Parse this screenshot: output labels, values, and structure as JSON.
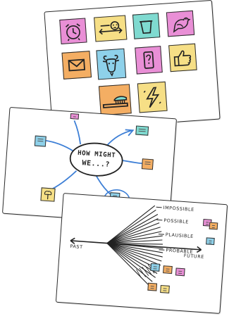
{
  "icon_board": {
    "tiles": [
      {
        "icon": "alarm-clock-icon",
        "color": "#e98fd6"
      },
      {
        "icon": "sleeping-face-icon",
        "color": "#f6df86"
      },
      {
        "icon": "cup-icon",
        "color": "#7fdad0"
      },
      {
        "icon": "bird-icon",
        "color": "#e98fd6"
      },
      {
        "icon": "envelope-icon",
        "color": "#f4ae63"
      },
      {
        "icon": "goat-icon",
        "color": "#8ed1ea"
      },
      {
        "icon": "phone-question-icon",
        "color": "#e98fd6"
      },
      {
        "icon": "thumbs-up-icon",
        "color": "#f6df86"
      },
      {
        "icon": "toothbrush-icon",
        "color": "#f4ae63"
      },
      {
        "icon": "lightning-icon",
        "color": "#f6df86"
      }
    ]
  },
  "mindmap": {
    "center_line1": "HOW MIGHT",
    "center_line2": "WE...?"
  },
  "futures": {
    "past_label": "PAST",
    "future_label": "FUTURE",
    "cone_labels": [
      "IMPOSSIBLE",
      "POSSIBLE",
      "PLAUSIBLE",
      "PROBABLE"
    ]
  },
  "colors": {
    "pink": "#e98fd6",
    "yellow": "#f6df86",
    "teal": "#7fdad0",
    "orange": "#f4ae63",
    "blue": "#8ed1ea",
    "connector_blue": "#3d7fd6"
  }
}
